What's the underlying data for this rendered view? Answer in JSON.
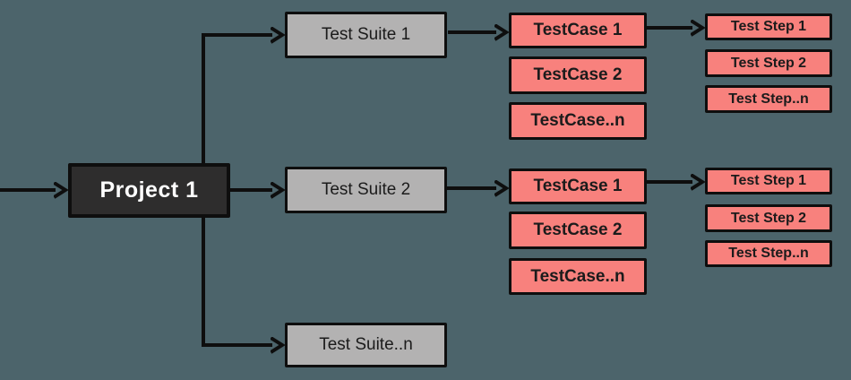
{
  "diagram": {
    "root": {
      "label": "Project 1"
    },
    "rows": [
      {
        "suite": {
          "label": "Test Suite 1"
        },
        "testcases": [
          {
            "label": "TestCase 1"
          },
          {
            "label": "TestCase 2"
          },
          {
            "label": "TestCase..n"
          }
        ],
        "teststeps": [
          {
            "label": "Test Step 1"
          },
          {
            "label": "Test Step 2"
          },
          {
            "label": "Test Step..n"
          }
        ]
      },
      {
        "suite": {
          "label": "Test Suite 2"
        },
        "testcases": [
          {
            "label": "TestCase 1"
          },
          {
            "label": "TestCase 2"
          },
          {
            "label": "TestCase..n"
          }
        ],
        "teststeps": [
          {
            "label": "Test Step 1"
          },
          {
            "label": "Test Step 2"
          },
          {
            "label": "Test Step..n"
          }
        ]
      },
      {
        "suite": {
          "label": "Test Suite..n"
        },
        "testcases": [],
        "teststeps": []
      }
    ],
    "colors": {
      "background": "#4c646b",
      "line": "#0e0e0e",
      "node_project_bg": "#2e2d2d",
      "project_text": "#ffffff",
      "node_suite_bg": "#b3b2b2",
      "node_case_bg": "#f8817d",
      "node_text": "#1b1b1b"
    }
  }
}
